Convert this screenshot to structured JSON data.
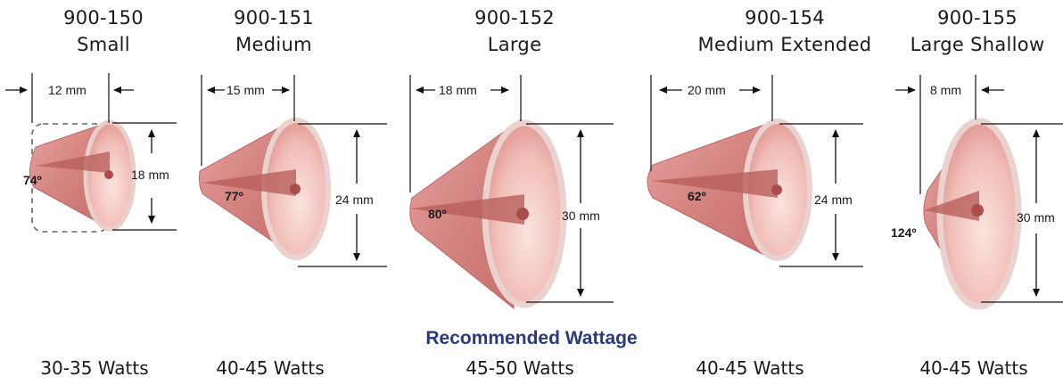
{
  "products": [
    {
      "code": "900-150",
      "name": "Small",
      "width": "12 mm",
      "height": "18 mm",
      "angle": "74º",
      "wattage": "30-35 Watts"
    },
    {
      "code": "900-151",
      "name": "Medium",
      "width": "15 mm",
      "height": "24 mm",
      "angle": "77º",
      "wattage": "40-45 Watts"
    },
    {
      "code": "900-152",
      "name": "Large",
      "width": "18 mm",
      "height": "30 mm",
      "angle": "80º",
      "wattage": "45-50 Watts"
    },
    {
      "code": "900-154",
      "name": "Medium Extended",
      "width": "20 mm",
      "height": "24 mm",
      "angle": "62º",
      "wattage": "40-45 Watts"
    },
    {
      "code": "900-155",
      "name": "Large Shallow",
      "width": "8 mm",
      "height": "30 mm",
      "angle": "124º",
      "wattage": "40-45 Watts"
    }
  ],
  "section_heading": "Recommended Wattage",
  "colors": {
    "heading": "#2b3a7a",
    "cone_outer": "#d98a8a",
    "cone_inner": "#f4c9c4",
    "cone_rim": "#f1dcd8"
  }
}
